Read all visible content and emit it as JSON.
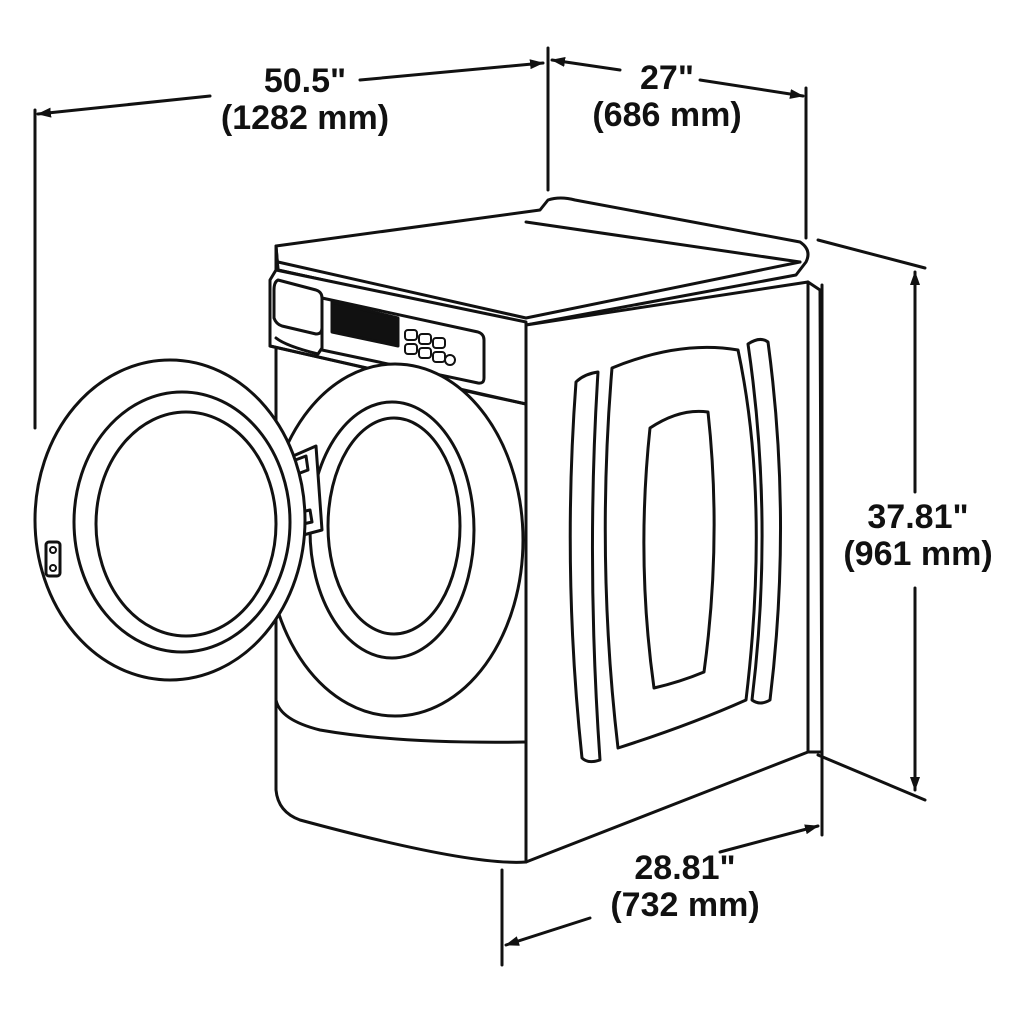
{
  "dimensions": {
    "width_open": {
      "inches": "50.5\"",
      "mm": "(1282 mm)"
    },
    "width": {
      "inches": "27\"",
      "mm": "(686 mm)"
    },
    "height": {
      "inches": "37.81\"",
      "mm": "(961 mm)"
    },
    "depth": {
      "inches": "28.81\"",
      "mm": "(732 mm)"
    }
  },
  "colors": {
    "line": "#111111",
    "fill": "#ffffff"
  }
}
